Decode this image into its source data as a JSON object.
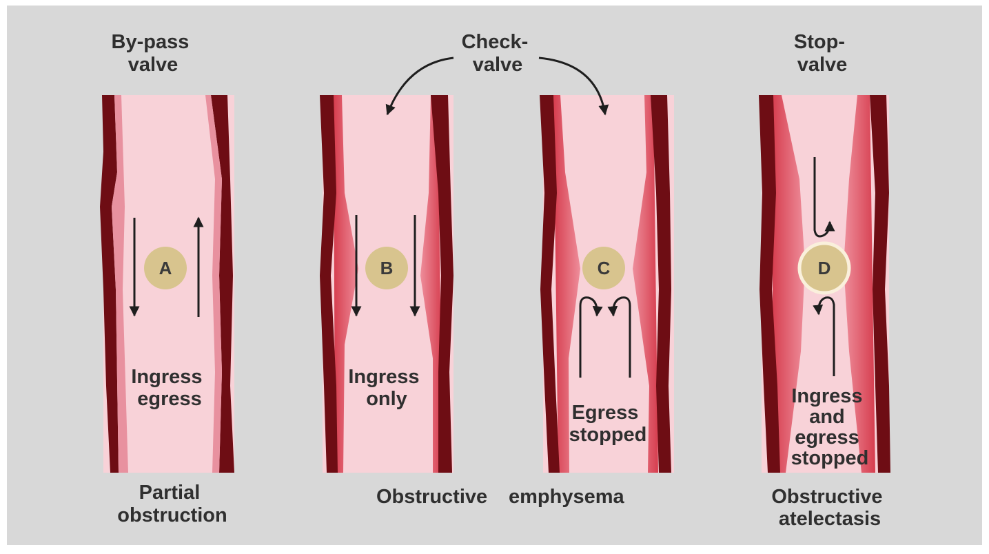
{
  "headers": {
    "bypass": [
      "By-pass",
      "valve"
    ],
    "check": [
      "Check-",
      "valve"
    ],
    "stop": [
      "Stop-",
      "valve"
    ]
  },
  "panels": {
    "a": {
      "letter": "A",
      "flow": [
        "Ingress",
        "egress"
      ]
    },
    "b": {
      "letter": "B",
      "flow": [
        "Ingress",
        "only"
      ]
    },
    "c": {
      "letter": "C",
      "flow": [
        "Egress",
        "stopped"
      ]
    },
    "d": {
      "letter": "D",
      "flow": [
        "Ingress",
        "and",
        "egress",
        "stopped"
      ]
    }
  },
  "captions": {
    "partial": [
      "Partial",
      "obstruction"
    ],
    "emphysema": [
      "Obstructive",
      "emphysema"
    ],
    "atelectasis": [
      "Obstructive",
      "atelectasis"
    ]
  },
  "colors": {
    "background": "#d8d8d8",
    "lumen": "#f8d2d8",
    "wall_outer": "#6e0d14",
    "wall_inner": "#e8919f",
    "mucosa_swelling": "#df4d5c",
    "foreign_body": "#d8c48e",
    "arrow": "#1e1e1e",
    "text": "#2f2f2f"
  }
}
